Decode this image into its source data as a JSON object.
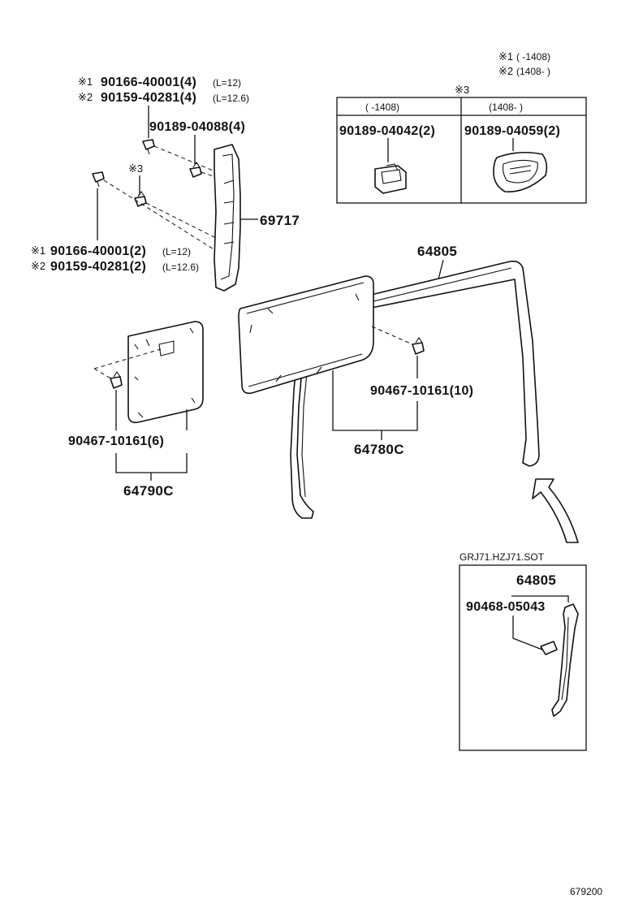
{
  "legend": {
    "line1_mark": "※1",
    "line1_text": "(      -1408)",
    "line2_mark": "※2",
    "line2_text": "(1408-      )"
  },
  "table": {
    "mark": "※3",
    "col1_header": "(      -1408)",
    "col2_header": "(1408-      )",
    "col1_part": "90189-04042(2)",
    "col2_part": "90189-04059(2)"
  },
  "labels": {
    "tr_s1_mark": "※1",
    "tr_s1_pn": "90166-40001(4)",
    "tr_s1_len": "(L=12)",
    "tr_s2_mark": "※2",
    "tr_s2_pn": "90159-40281(4)",
    "tr_s2_len": "(L=12.6)",
    "clip_top": "90189-04088(4)",
    "mark3": "※3",
    "pillar": "69717",
    "bl_s1_mark": "※1",
    "bl_s1_pn": "90166-40001(2)",
    "bl_s1_len": "(L=12)",
    "bl_s2_mark": "※2",
    "bl_s2_pn": "90159-40281(2)",
    "bl_s2_len": "(L=12.6)",
    "weatherstrip": "64805",
    "clip_mid": "90467-10161(10)",
    "trim_mid": "64780C",
    "clip_left": "90467-10161(6)",
    "trim_left": "64790C"
  },
  "inset": {
    "caption": "GRJ71.HZJ71.SOT",
    "part": "64805",
    "clip": "90468-05043"
  },
  "footer": {
    "code": "679200"
  }
}
